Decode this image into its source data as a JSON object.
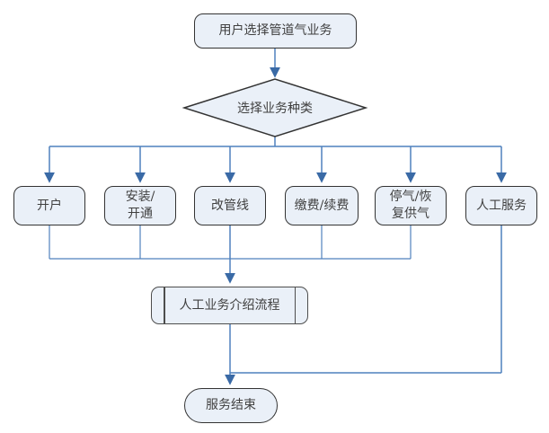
{
  "colors": {
    "line": "#4f81bd",
    "arrow": "#3a6aa6",
    "node_fill": "#eaf0f8",
    "node_border": "#333333",
    "text": "#404040"
  },
  "nodes": {
    "start": {
      "label": "用户选择管道气业务"
    },
    "decision": {
      "label": "选择业务种类"
    },
    "options": [
      {
        "line1": "开户"
      },
      {
        "line1": "安装/",
        "line2": "开通"
      },
      {
        "line1": "改管线"
      },
      {
        "line1": "缴费/续费"
      },
      {
        "line1": "停气/恢",
        "line2": "复供气"
      },
      {
        "line1": "人工服务"
      }
    ],
    "process": {
      "label": "人工业务介绍流程"
    },
    "end": {
      "label": "服务结束"
    }
  }
}
